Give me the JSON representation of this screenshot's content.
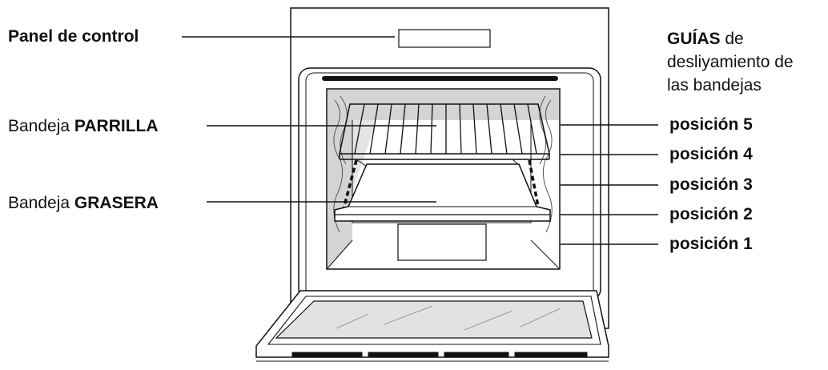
{
  "labels": {
    "control_panel": "Panel de control",
    "rack_prefix": "Bandeja",
    "rack_bold": "PARRILLA",
    "drip_prefix": "Bandeja",
    "drip_bold": "GRASERA",
    "guides_bold": "GUÍAS",
    "guides_line1_rest": "de",
    "guides_line2": "desliyamiento de",
    "guides_line3": "las bandejas"
  },
  "positions": [
    "posición 5",
    "posición 4",
    "posición 3",
    "posición 2",
    "posición 1"
  ],
  "colors": {
    "line": "#111111",
    "shade": "#d4d4d4",
    "glass": "#e2e2e2"
  }
}
